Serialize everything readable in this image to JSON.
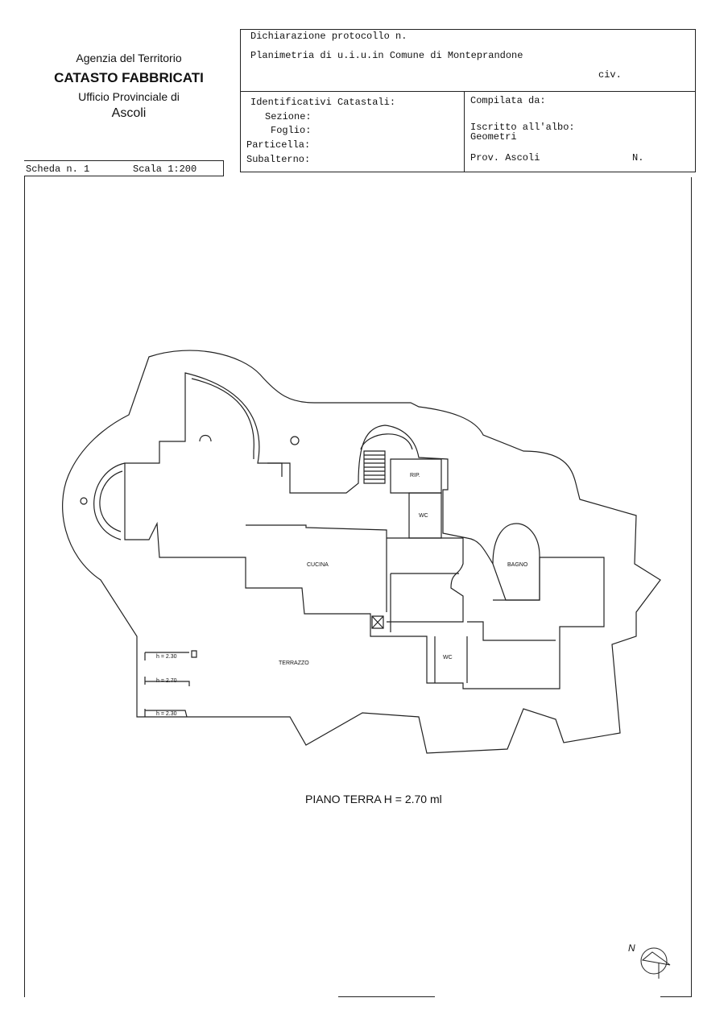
{
  "header": {
    "agency": "Agenzia del Territorio",
    "catasto": "CATASTO FABBRICATI",
    "ufficio": "Ufficio Provinciale di",
    "city": "Ascoli",
    "scheda": "Scheda n. 1",
    "scala": "Scala 1:200",
    "dichiarazione": "Dichiarazione protocollo n.",
    "planimetria": "Planimetria di u.i.u.in Comune di Monteprandone",
    "civ": "civ.",
    "identificativi": "Identificativi Catastali:",
    "sezione": "Sezione:",
    "foglio": "Foglio:",
    "particella": "Particella:",
    "subalterno": "Subalterno:",
    "compilata": "Compilata da:",
    "iscritto": "Iscritto all'albo:",
    "geometri": "Geometri",
    "prov": "Prov. Ascoli",
    "n": "N."
  },
  "rooms": {
    "rip": "RIP.",
    "wc1": "WC",
    "cucina": "CUCINA",
    "bagno": "BAGNO",
    "wc2": "WC",
    "terrazzo": "TERRAZZO",
    "h1": "h = 2.30",
    "h2": "h = 2.70",
    "h3": "h = 2.30"
  },
  "plan_caption": "PIANO TERRA H = 2.70 ml",
  "compass_label": "N"
}
